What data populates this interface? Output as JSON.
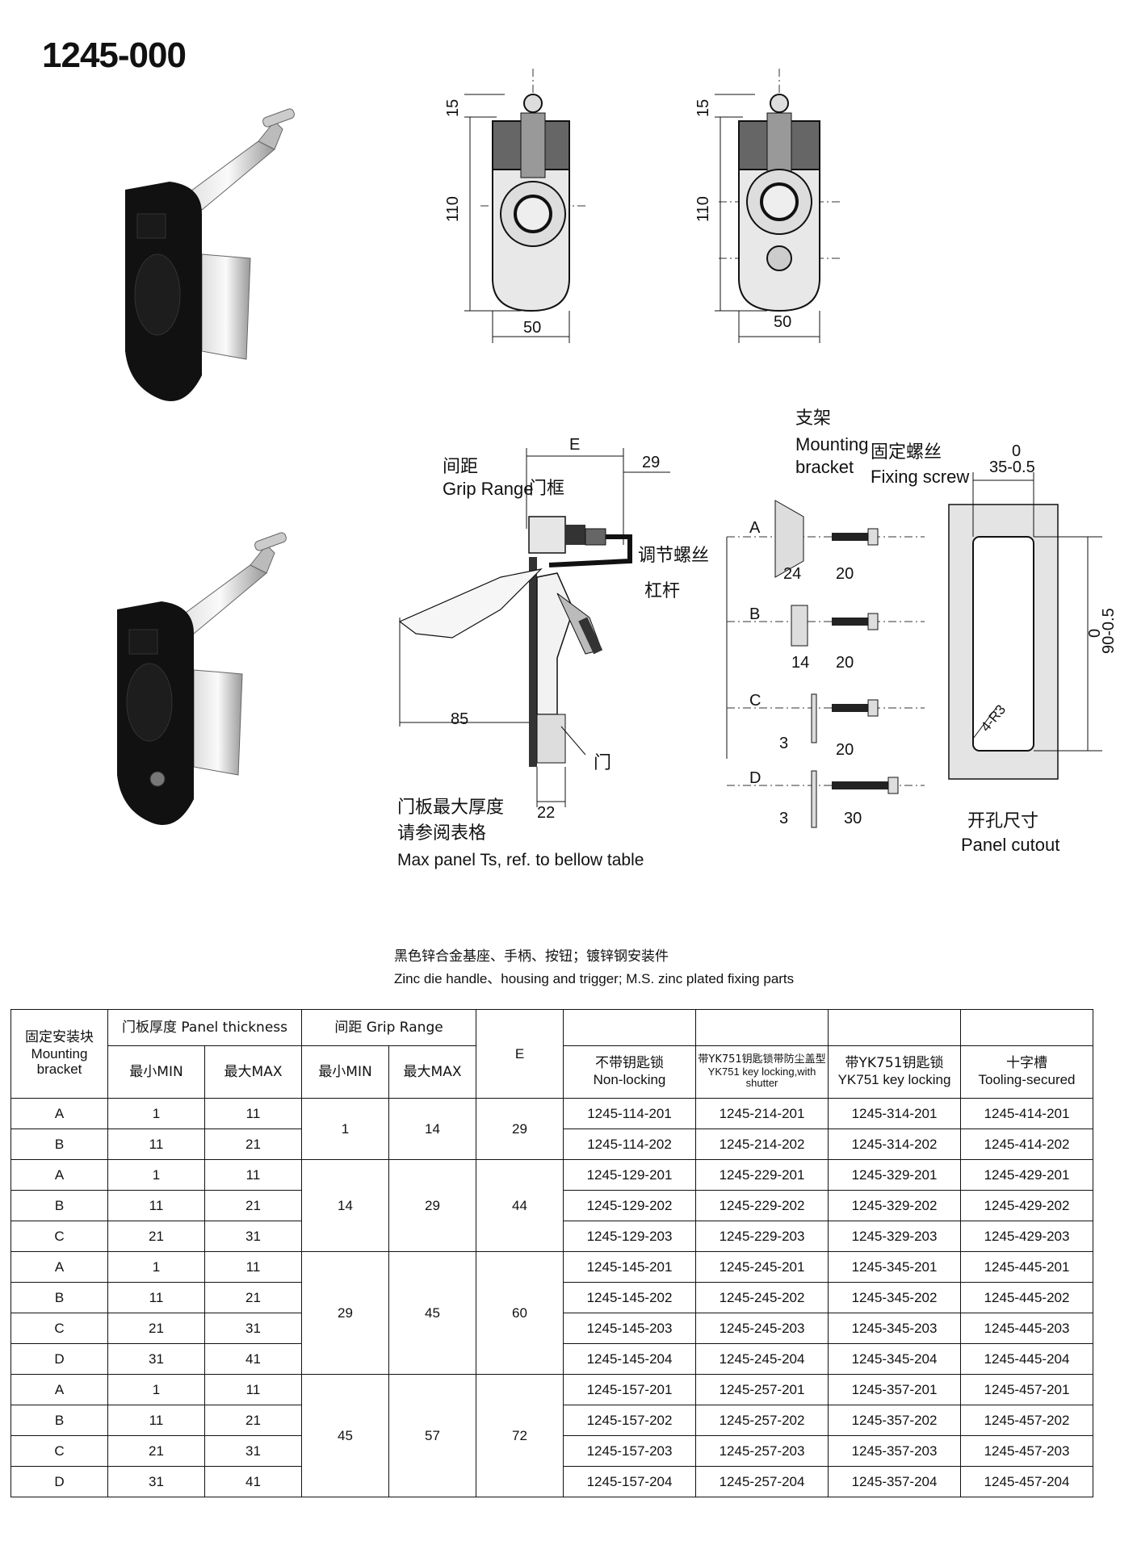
{
  "title": "1245-000",
  "front_view_1": {
    "dim_top": "15",
    "dim_height": "110",
    "dim_width": "50"
  },
  "front_view_2": {
    "dim_top": "15",
    "dim_height": "110",
    "dim_width": "50"
  },
  "side_view": {
    "grip_range_cn": "间距",
    "grip_range_en": "Grip Range",
    "door_frame_cn": "门框",
    "dim_e": "E",
    "dim_29": "29",
    "adjust_screw_cn": "调节螺丝",
    "lever_cn": "杠杆",
    "dim_85": "85",
    "door_cn": "门",
    "dim_22": "22",
    "max_thickness_cn": "门板最大厚度",
    "refer_table_cn": "请参阅表格",
    "max_panel_en": "Max panel Ts, ref. to bellow table"
  },
  "brackets": {
    "bracket_cn": "支架",
    "bracket_en_1": "Mounting",
    "bracket_en_2": "bracket",
    "screw_cn": "固定螺丝",
    "screw_en": "Fixing screw",
    "labels": [
      "A",
      "B",
      "C",
      "D"
    ],
    "a_w": "24",
    "a_s": "20",
    "b_w": "14",
    "b_s": "20",
    "c_w": "3",
    "c_s": "20",
    "d_w": "3",
    "d_s": "30"
  },
  "cutout": {
    "tol_top": "0",
    "width": "35-0.5",
    "tol_side": "0",
    "height": "90-0.5",
    "radius": "4-R3",
    "label_cn": "开孔尺寸",
    "label_en": "Panel cutout"
  },
  "material_cn": "黑色锌合金基座、手柄、按钮；镀锌钢安装件",
  "material_en": "Zinc die  handle、housing and trigger;  M.S. zinc plated fixing parts",
  "table": {
    "h_bracket_cn": "固定安装块",
    "h_bracket_en": "Mounting bracket",
    "h_panel": "门板厚度 Panel thickness",
    "h_grip": "间距 Grip Range",
    "h_e": "E",
    "h_min": "最小MIN",
    "h_max": "最大MAX",
    "h_nonlock_cn": "不带钥匙锁",
    "h_nonlock_en": "Non-locking",
    "h_shutter_cn": "带YK751钥匙锁带防尘盖型",
    "h_shutter_en": "YK751 key locking,with shutter",
    "h_key_cn": "带YK751钥匙锁",
    "h_key_en": "YK751 key locking",
    "h_tool_cn": "十字槽",
    "h_tool_en": "Tooling-secured",
    "groups": [
      {
        "grip_min": "1",
        "grip_max": "14",
        "e": "29",
        "rows": [
          {
            "b": "A",
            "pmin": "1",
            "pmax": "11",
            "c1": "1245-114-201",
            "c2": "1245-214-201",
            "c3": "1245-314-201",
            "c4": "1245-414-201"
          },
          {
            "b": "B",
            "pmin": "11",
            "pmax": "21",
            "c1": "1245-114-202",
            "c2": "1245-214-202",
            "c3": "1245-314-202",
            "c4": "1245-414-202"
          }
        ]
      },
      {
        "grip_min": "14",
        "grip_max": "29",
        "e": "44",
        "rows": [
          {
            "b": "A",
            "pmin": "1",
            "pmax": "11",
            "c1": "1245-129-201",
            "c2": "1245-229-201",
            "c3": "1245-329-201",
            "c4": "1245-429-201"
          },
          {
            "b": "B",
            "pmin": "11",
            "pmax": "21",
            "c1": "1245-129-202",
            "c2": "1245-229-202",
            "c3": "1245-329-202",
            "c4": "1245-429-202"
          },
          {
            "b": "C",
            "pmin": "21",
            "pmax": "31",
            "c1": "1245-129-203",
            "c2": "1245-229-203",
            "c3": "1245-329-203",
            "c4": "1245-429-203"
          }
        ]
      },
      {
        "grip_min": "29",
        "grip_max": "45",
        "e": "60",
        "rows": [
          {
            "b": "A",
            "pmin": "1",
            "pmax": "11",
            "c1": "1245-145-201",
            "c2": "1245-245-201",
            "c3": "1245-345-201",
            "c4": "1245-445-201"
          },
          {
            "b": "B",
            "pmin": "11",
            "pmax": "21",
            "c1": "1245-145-202",
            "c2": "1245-245-202",
            "c3": "1245-345-202",
            "c4": "1245-445-202"
          },
          {
            "b": "C",
            "pmin": "21",
            "pmax": "31",
            "c1": "1245-145-203",
            "c2": "1245-245-203",
            "c3": "1245-345-203",
            "c4": "1245-445-203"
          },
          {
            "b": "D",
            "pmin": "31",
            "pmax": "41",
            "c1": "1245-145-204",
            "c2": "1245-245-204",
            "c3": "1245-345-204",
            "c4": "1245-445-204"
          }
        ]
      },
      {
        "grip_min": "45",
        "grip_max": "57",
        "e": "72",
        "rows": [
          {
            "b": "A",
            "pmin": "1",
            "pmax": "11",
            "c1": "1245-157-201",
            "c2": "1245-257-201",
            "c3": "1245-357-201",
            "c4": "1245-457-201"
          },
          {
            "b": "B",
            "pmin": "11",
            "pmax": "21",
            "c1": "1245-157-202",
            "c2": "1245-257-202",
            "c3": "1245-357-202",
            "c4": "1245-457-202"
          },
          {
            "b": "C",
            "pmin": "21",
            "pmax": "31",
            "c1": "1245-157-203",
            "c2": "1245-257-203",
            "c3": "1245-357-203",
            "c4": "1245-457-203"
          },
          {
            "b": "D",
            "pmin": "31",
            "pmax": "41",
            "c1": "1245-157-204",
            "c2": "1245-257-204",
            "c3": "1245-357-204",
            "c4": "1245-457-204"
          }
        ]
      }
    ]
  }
}
